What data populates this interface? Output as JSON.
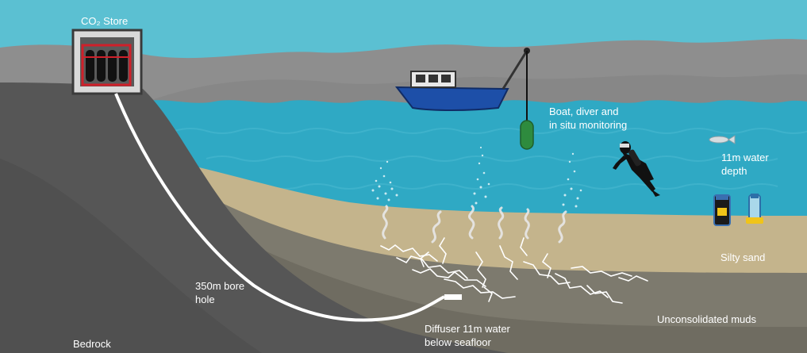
{
  "colors": {
    "sky": "#5bc0d2",
    "hills": "#8a8a8a",
    "hills_far": "#9a9a9a",
    "water": "#2fa9c4",
    "sand": "#c4b48c",
    "muds": "#7d7a6e",
    "bedrock": "#555555",
    "boat_hull": "#1d4fa8",
    "sensor": "#2e8b3e",
    "pipe": "#ffffff"
  },
  "labels": {
    "co2_store": "CO₂ Store",
    "boat_line1": "Boat, diver and",
    "boat_line2": "in situ monitoring",
    "depth_line1": "11m water",
    "depth_line2": "depth",
    "silty_sand": "Silty sand",
    "muds": "Unconsolidated muds",
    "bore_line1": "350m bore",
    "bore_line2": "hole",
    "diffuser_line1": "Diffuser 11m water",
    "diffuser_line2": "below seafloor",
    "bedrock": "Bedrock"
  },
  "icons": [
    "co2-tank-icon",
    "boat-icon",
    "diver-icon",
    "fish-icon",
    "sensor-buoy-icon",
    "monitoring-instrument-icon"
  ]
}
